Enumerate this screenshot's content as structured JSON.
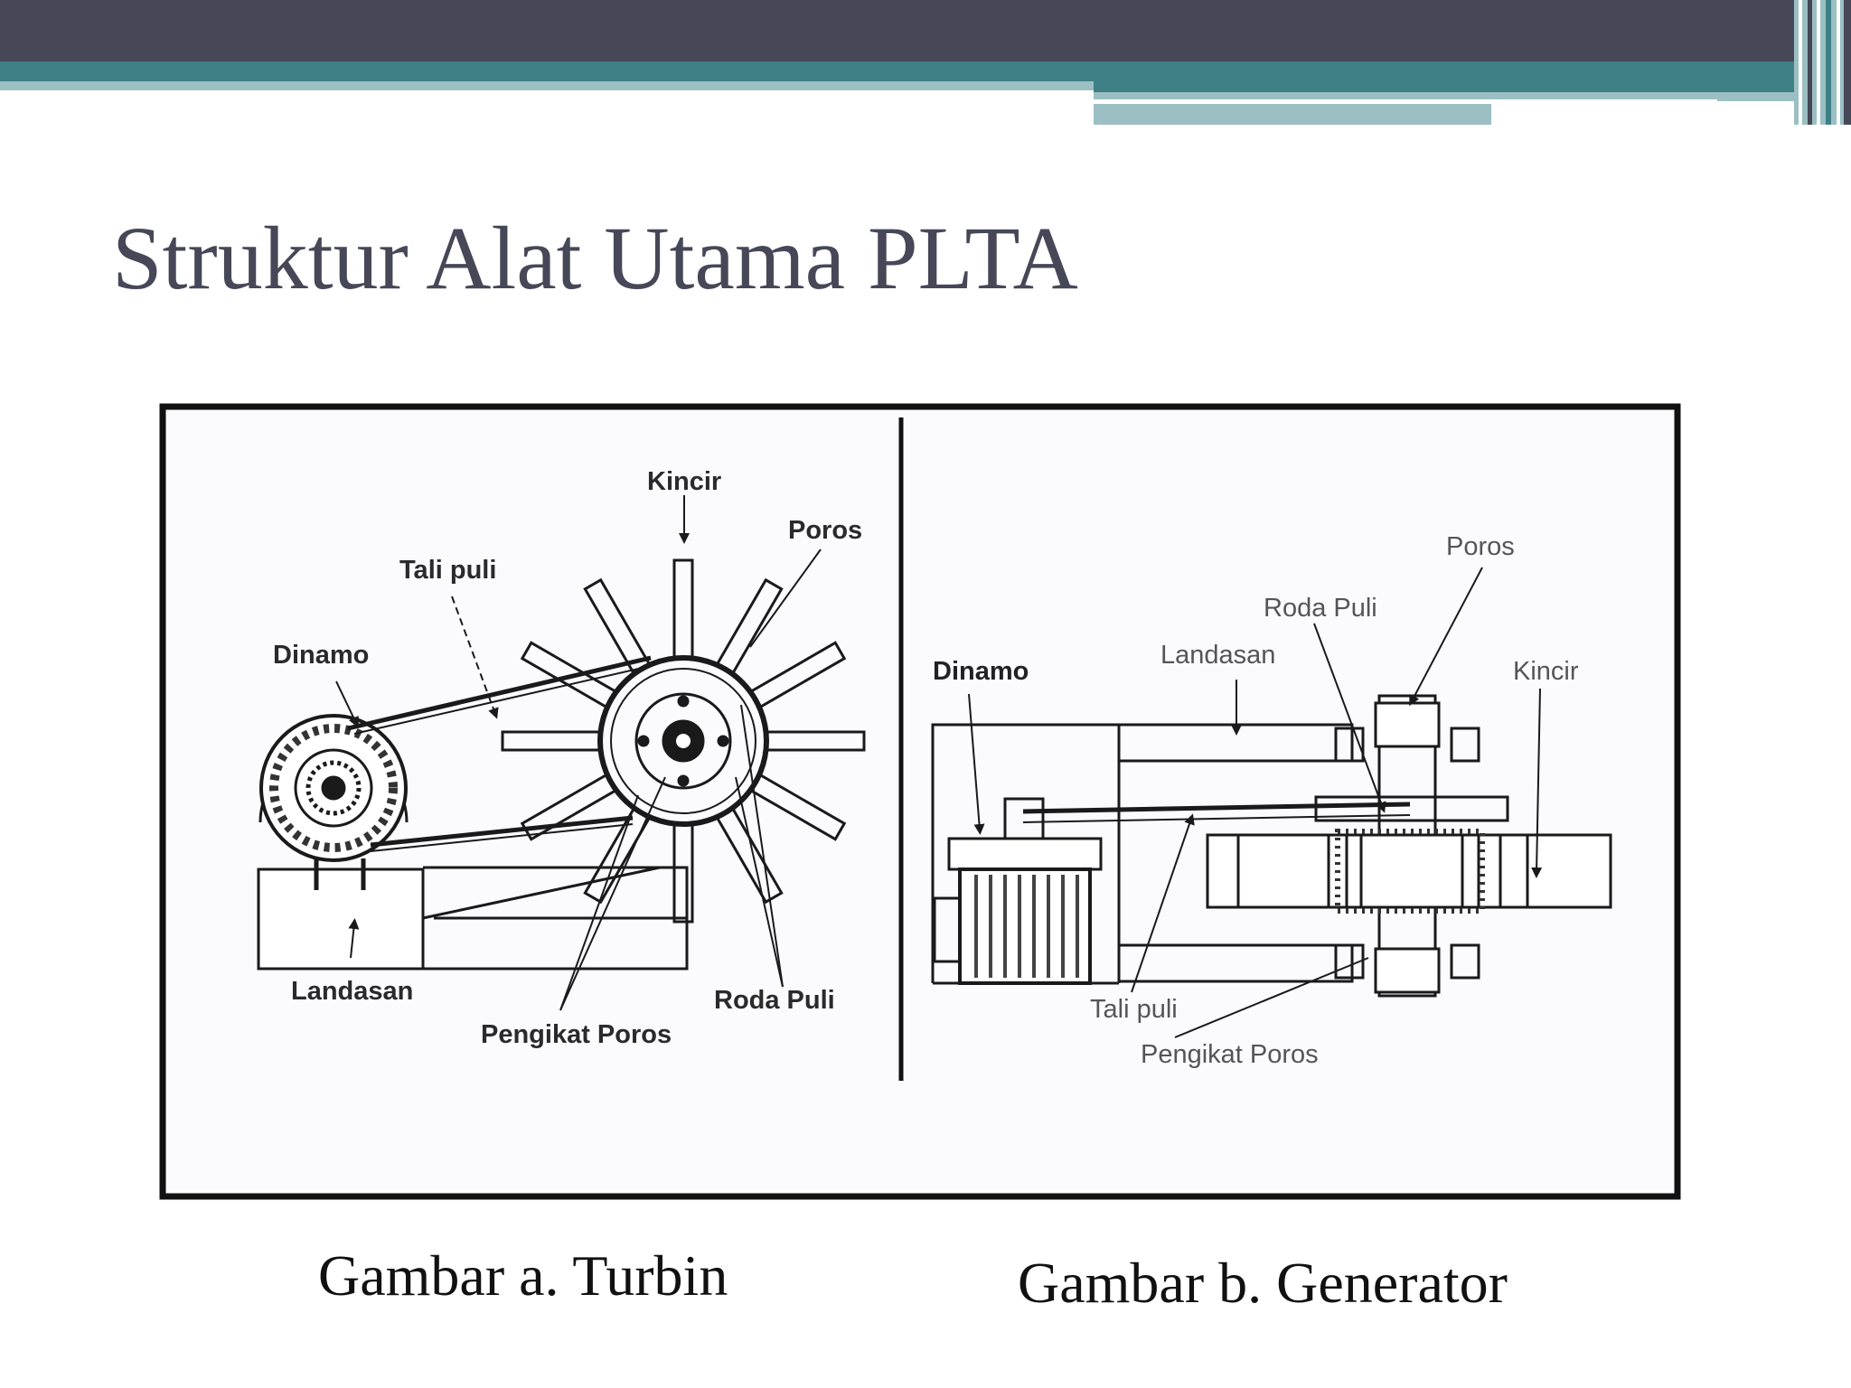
{
  "slide": {
    "title": "Struktur Alat Utama PLTA",
    "captions": {
      "turbin": "Gambar a. Turbin",
      "generator": "Gambar b. Generator"
    }
  },
  "figure_a": {
    "labels": {
      "kincir": "Kincir",
      "poros": "Poros",
      "tali_puli": "Tali puli",
      "dinamo": "Dinamo",
      "landasan": "Landasan",
      "pengikat_poros": "Pengikat Poros",
      "roda_puli": "Roda Puli"
    }
  },
  "figure_b": {
    "labels": {
      "poros": "Poros",
      "roda_puli": "Roda Puli",
      "dinamo": "Dinamo",
      "landasan": "Landasan",
      "kincir": "Kincir",
      "tali_puli": "Tali puli",
      "pengikat_poros": "Pengikat Poros"
    }
  },
  "colors": {
    "header_dark": "#464757",
    "header_teal": "#3f7f86",
    "header_light_teal": "#9bbfc2",
    "title_text": "#464757",
    "drawing_ink": "#1a1a1a",
    "label_text": "#2a2a2a"
  }
}
